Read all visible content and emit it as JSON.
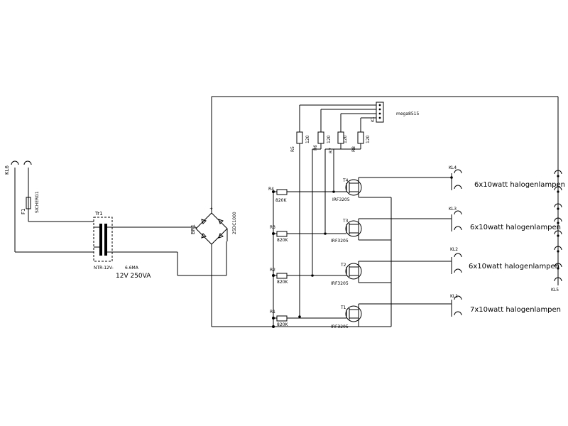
{
  "connectors": {
    "kl6": "KL6",
    "kl5": "KL5",
    "kl4": "KL4",
    "kl3": "KL3",
    "kl2": "KL2",
    "kl1": "KL1"
  },
  "fuse": {
    "ref": "F1",
    "value": "SICHERG1"
  },
  "transformer": {
    "ref": "Tr1",
    "part": "NTR-12V-",
    "rating_small": "6.6MA",
    "rating": "12V 250VA"
  },
  "rectifier": {
    "ref": "BR1",
    "value": "25DC1000"
  },
  "controller": {
    "ref": "K1",
    "value": "mega8515"
  },
  "pullups": [
    {
      "ref": "R5",
      "value": "120"
    },
    {
      "ref": "R6",
      "value": "120"
    },
    {
      "ref": "R7",
      "value": "120"
    },
    {
      "ref": "R8",
      "value": "120"
    }
  ],
  "gate_resistors": [
    {
      "ref": "R4",
      "value": "820K"
    },
    {
      "ref": "R3",
      "value": "820K"
    },
    {
      "ref": "R2",
      "value": "820K"
    },
    {
      "ref": "R1",
      "value": "820K"
    }
  ],
  "mosfets": [
    {
      "ref": "T4",
      "part": "IRF3205"
    },
    {
      "ref": "T3",
      "part": "IRF3205"
    },
    {
      "ref": "T2",
      "part": "IRF3205"
    },
    {
      "ref": "T1",
      "part": "IRF3205"
    }
  ],
  "loads": [
    {
      "label": "6x10watt halogenlampen"
    },
    {
      "label": "6x10watt halogenlampen"
    },
    {
      "label": "6x10watt halogenlampen"
    },
    {
      "label": "7x10watt halogenlampen"
    }
  ]
}
